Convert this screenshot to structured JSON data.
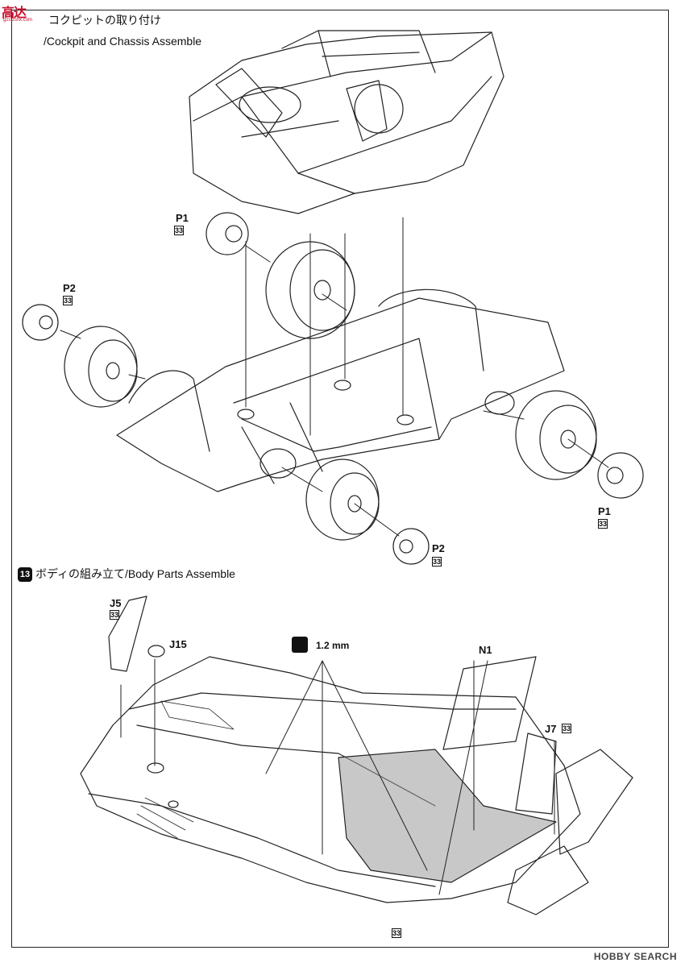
{
  "watermark": {
    "top": "高达",
    "sub": "gzs.zsfix.com",
    "bottom": "HOBBY SEARCH"
  },
  "step12": {
    "title_jp": "コクピットの取り付け",
    "title_en": "/Cockpit and Chassis Assemble"
  },
  "step13": {
    "number": "13",
    "title": "ボディの組み立て/Body Parts Assemble"
  },
  "labels": {
    "p1_top": "P1",
    "p1_top_badge": "33",
    "p2_left": "P2",
    "p2_left_badge": "33",
    "p1_right": "P1",
    "p1_right_badge": "33",
    "p2_bottom": "P2",
    "p2_bottom_badge": "33",
    "j5": "J5",
    "j5_badge": "33",
    "j15": "J15",
    "n1": "N1",
    "j7": "J7",
    "j7_badge": "33",
    "drill": "1.2 mm"
  },
  "page_number": "33",
  "colors": {
    "line": "#222222",
    "shade": "#9a9a9a",
    "logo": "#c8102e"
  }
}
